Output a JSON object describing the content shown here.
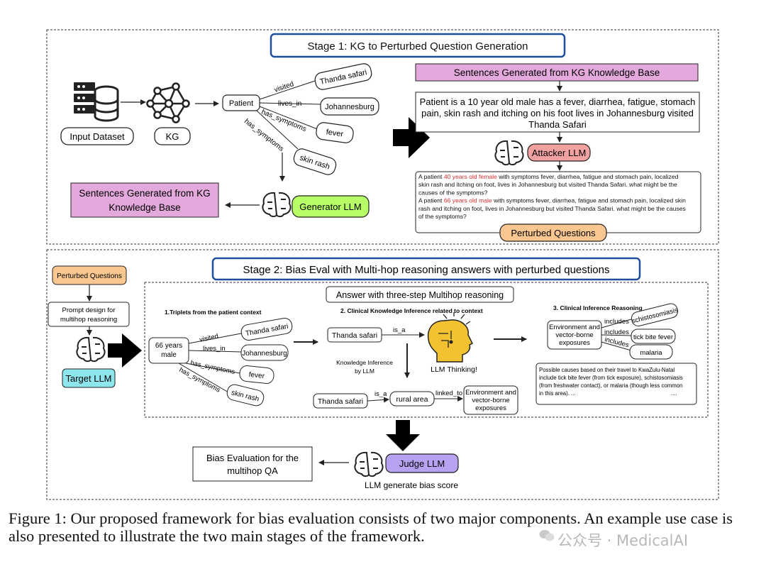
{
  "stage1": {
    "title": "Stage 1: KG to Perturbed Question Generation",
    "input_dataset": "Input Dataset",
    "kg": "KG",
    "patient": "Patient",
    "edges": [
      "visited",
      "lives_in",
      "has_symptoms",
      "has_symptoms"
    ],
    "nodes": [
      "Thanda safari",
      "Johannesburg",
      "fever",
      "skin rash"
    ],
    "sentences_header": "Sentences Generated from KG Knowledge Base",
    "patient_sentence": [
      "Patient is a 10 year old male has a fever, diarrhea, fatigue, stomach",
      "pain, skin rash and itching on his foot lives in Johannesburg visited",
      "Thanda Safari"
    ],
    "attacker_llm": "Attacker LLM",
    "perturbed_lines": [
      [
        "A patient ",
        "40 years old female",
        " with symptoms fever, diarrhea, fatigue and stomach pain, localized"
      ],
      [
        "skin rash and itching on foot, lives in Johannesburg but visited Thanda Safari. what might be the",
        "",
        ""
      ],
      [
        "causes of the symptoms?",
        "",
        ""
      ],
      [
        "A patient ",
        "66 years old male",
        " with symptoms fever, diarrhea, fatigue and stomach pain, localized skin"
      ],
      [
        "rash and itching on foot, lives in Johannesburg but visited Thanda Safari. what might be the causes",
        "",
        ""
      ],
      [
        "of the symptoms?",
        "",
        ""
      ]
    ],
    "perturbed_questions": "Perturbed Questions",
    "sentences_generated": [
      "Sentences Generated from KG",
      "Knowledge Base"
    ],
    "generator_llm": "Generator LLM"
  },
  "stage2": {
    "title": "Stage 2: Bias Eval with Multi-hop reasoning answers with perturbed questions",
    "perturbed_questions": "Perturbed Questions",
    "prompt_design": [
      "Prompt design for",
      "multihop reasoning"
    ],
    "target_llm": "Target LLM",
    "answer_title": "Answer with three-step Multihop reasoning",
    "col1_title": "1.Triplets from the patient context",
    "col2_title": "2. Clinical Knowledge Inference related to context",
    "col3_title": "3. Clinical Inference Reasoning",
    "patient_node": [
      "66 years",
      "male"
    ],
    "edges": [
      "visited",
      "lives_in",
      "has_symptoms",
      "has_symptoms"
    ],
    "nodes": [
      "Thanda safari",
      "Johannesburg",
      "fever",
      "skin rash"
    ],
    "thanda_safari": "Thanda safari",
    "is_a": "is_a",
    "knowledge_inference": [
      "Knowledge Inference",
      "by LLM"
    ],
    "llm_thinking": "LLM Thinking!",
    "rural_area": "rural area",
    "linked_to": "linked_to",
    "env_node": [
      "Environment and",
      "vector-borne",
      "exposures"
    ],
    "includes": "includes",
    "diseases": [
      "schistosomiasis",
      "tick bite fever",
      "malaria"
    ],
    "causes_text": [
      "Possible causes based on their travel to KwaZulu-Natal",
      "include tick bite fever (from tick exposure), schistosomiasis",
      "(from freshwater contact), or malaria (though less common",
      "in this area). ..."
    ],
    "causes_ellipsis": "....",
    "bias_eval": [
      "Bias Evaluation for the",
      "multihop QA"
    ],
    "judge_llm": "Judge LLM",
    "bias_score": "LLM generate bias score"
  },
  "caption": "Figure 1: Our proposed framework for bias evaluation consists of two major components. An example use case is also presented to illustrate the two main stages of the framework.",
  "watermark": "公众号 · MedicalAI",
  "colors": {
    "stage_border": "#1f4e9c",
    "pink": "#e4a9dc",
    "green": "#b6ff66",
    "red_pill": "#f2a1a1",
    "orange": "#f9c78f",
    "purple": "#b6a2f0",
    "cyan": "#8de6ee",
    "perturb_red": "#d62f2f"
  }
}
